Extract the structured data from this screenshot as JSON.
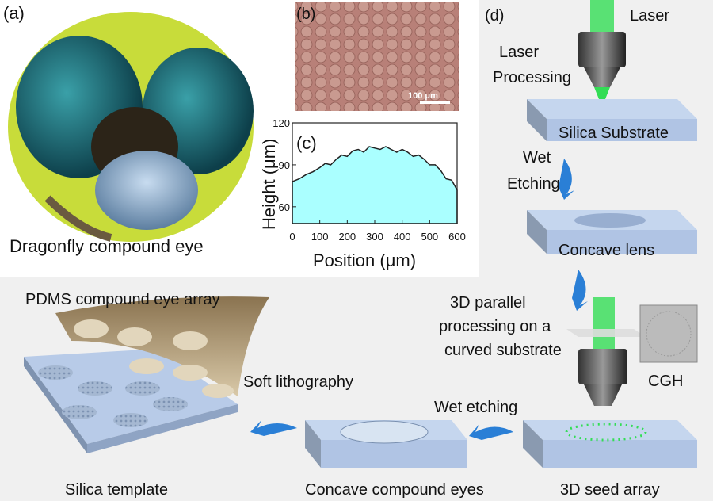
{
  "panels": {
    "a": {
      "label": "(a)",
      "caption": "Dragonfly compound eye"
    },
    "b": {
      "label": "(b)",
      "scale_bar": "100 μm"
    },
    "c": {
      "label": "(c)"
    },
    "d": {
      "label": "(d)"
    }
  },
  "process": {
    "laser": "Laser",
    "laser_processing_1": "Laser",
    "laser_processing_2": "Processing",
    "silica_substrate": "Silica Substrate",
    "wet_etching_1": "Wet",
    "wet_etching_2": "Etching",
    "concave_lens": "Concave lens",
    "parallel_1": "3D parallel",
    "parallel_2": "processing on a",
    "parallel_3": "curved substrate",
    "cgh": "CGH",
    "wet_etching_lower": "Wet etching",
    "seed_array": "3D seed array",
    "concave_compound_eyes": "Concave compound eyes",
    "silica_template": "Silica template",
    "soft_lithography": "Soft lithography",
    "pdms_array": "PDMS compound eye array"
  },
  "colors": {
    "laser": "#33dd55",
    "substrate": "#b8cbe8",
    "fill": "#aaffff",
    "arrow": "#2a7fd6",
    "panel_bg": "#f0f0f0"
  },
  "chart_data": {
    "type": "area",
    "title": "",
    "xlabel": "Position (μm)",
    "ylabel": "Height (μm)",
    "xlim": [
      0,
      600
    ],
    "ylim": [
      48,
      120
    ],
    "xticks": [
      0,
      100,
      200,
      300,
      400,
      500,
      600
    ],
    "yticks": [
      60,
      90,
      120
    ],
    "x": [
      0,
      25,
      50,
      75,
      100,
      120,
      140,
      160,
      180,
      200,
      220,
      240,
      260,
      280,
      300,
      320,
      340,
      360,
      380,
      400,
      420,
      440,
      460,
      480,
      500,
      520,
      540,
      560,
      580,
      600
    ],
    "y": [
      78,
      80,
      83,
      85,
      88,
      91,
      90,
      94,
      97,
      96,
      100,
      101,
      99,
      103,
      102,
      101,
      103,
      101,
      99,
      101,
      99,
      96,
      97,
      94,
      90,
      90,
      86,
      80,
      79,
      72
    ]
  }
}
